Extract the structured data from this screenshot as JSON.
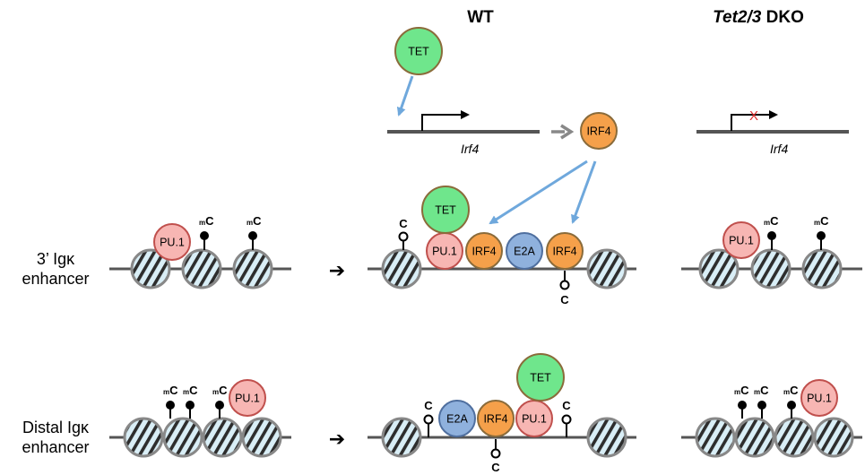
{
  "headers": {
    "wt": "WT",
    "dko_italic": "Tet2/3",
    "dko_rest": " DKO"
  },
  "gene_label": "Irf4",
  "row_labels": {
    "igk3_line1": "3’ Igκ",
    "igk3_line2": "enhancer",
    "distal_line1": "Distal Igκ",
    "distal_line2": "enhancer"
  },
  "proteins": {
    "tet": "TET",
    "irf4": "IRF4",
    "pu1": "PU.1",
    "e2a": "E2A"
  },
  "marks": {
    "methylated_sup": "m",
    "methylated_base": "C",
    "unmethylated": "C"
  },
  "symbols": {
    "transition_arrow": "➔",
    "blocked_mark": "X"
  },
  "colors": {
    "tet": "#6fe68c",
    "irf4": "#f5a04a",
    "pu1": "#f7b6b3",
    "e2a": "#8fb1dd",
    "nucleosome": "#d9eef6",
    "arrow_blue": "#6fa8dc",
    "blocked_x": "#e03030"
  }
}
